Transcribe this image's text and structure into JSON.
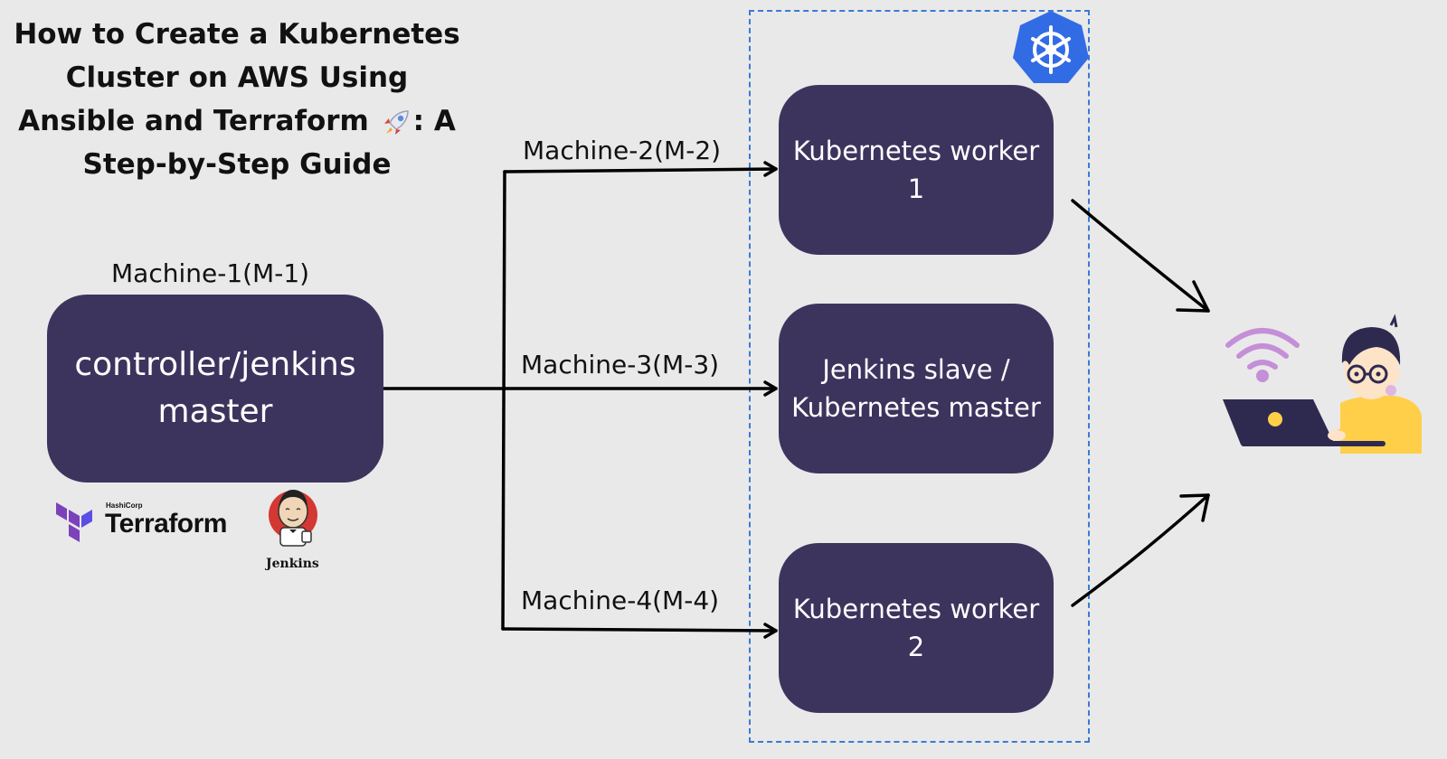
{
  "title": {
    "line1": "How to Create a Kubernetes",
    "line2": "Cluster on AWS Using",
    "line3_before": "Ansible and Terraform",
    "line3_after": ": A",
    "line4": "Step-by-Step Guide"
  },
  "machines": {
    "m1": "Machine-1(M-1)",
    "m2": "Machine-2(M-2)",
    "m3": "Machine-3(M-3)",
    "m4": "Machine-4(M-4)"
  },
  "controller_box": {
    "line1": "controller/jenkins",
    "line2": "master"
  },
  "worker1_box": {
    "line1": "Kubernetes worker",
    "line2": "1"
  },
  "master_box": {
    "line1": "Jenkins slave  /",
    "line2": "Kubernetes master"
  },
  "worker2_box": {
    "line1": "Kubernetes worker",
    "line2": "2"
  },
  "logos": {
    "terraform_vendor": "HashiCorp",
    "terraform_name": "Terraform",
    "jenkins_name": "Jenkins"
  },
  "colors": {
    "background": "#e9e9e9",
    "box_fill": "#3d345e",
    "box_text": "#ffffff",
    "k8s_blue": "#326ce5",
    "terraform_purple": "#7b42bc",
    "frame_dash": "#3a7bd5"
  },
  "icons": [
    "rocket-icon",
    "kubernetes-icon",
    "terraform-icon",
    "jenkins-icon",
    "user-laptop-icon",
    "wifi-icon"
  ]
}
